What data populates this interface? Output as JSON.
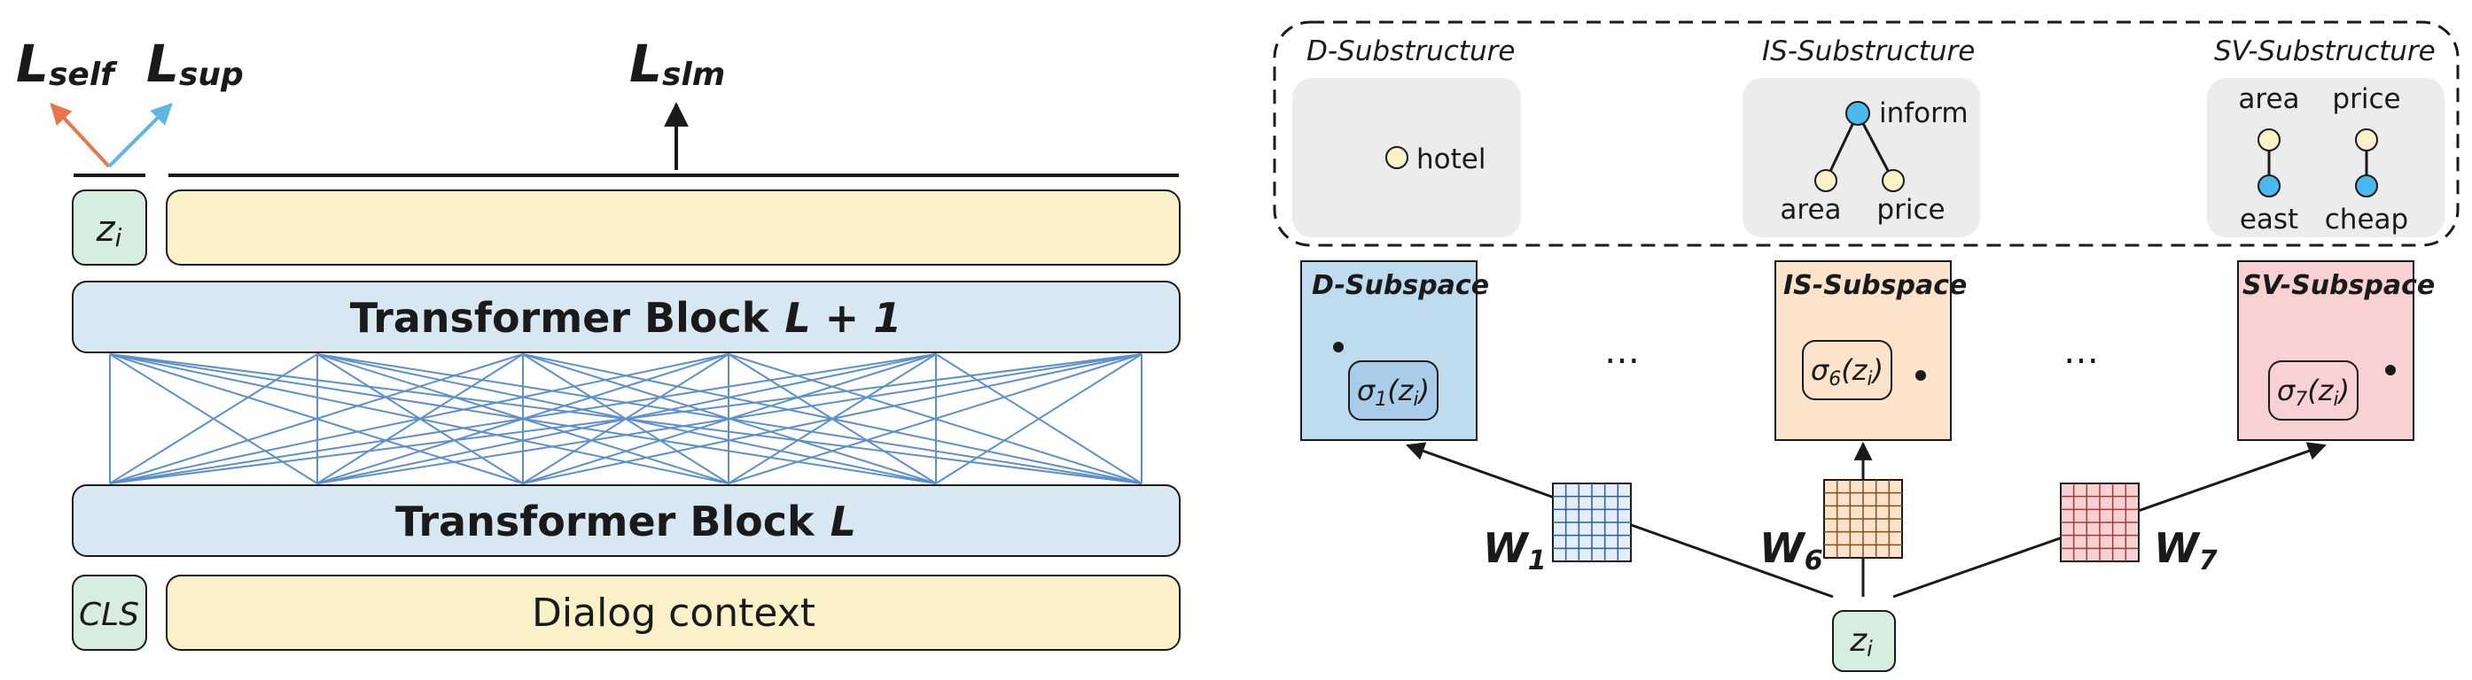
{
  "left": {
    "loss_self": "L",
    "loss_self_sub": "self",
    "loss_sup": "L",
    "loss_sup_sub": "sup",
    "loss_slm": "L",
    "loss_slm_sub": "slm",
    "z_token": "z",
    "z_token_sub": "i",
    "block_upper": "Transformer Block",
    "block_upper_suffix": "L + 1",
    "block_lower": "Transformer Block",
    "block_lower_suffix": "L",
    "cls_token": "CLS",
    "dialog_context": "Dialog context"
  },
  "right": {
    "structures": {
      "d": {
        "title": "D-Substructure",
        "node": "hotel"
      },
      "is": {
        "title": "IS-Substructure",
        "root": "inform",
        "left": "area",
        "right": "price"
      },
      "sv": {
        "title": "SV-Substructure",
        "pair1_top": "area",
        "pair1_bottom": "east",
        "pair2_top": "price",
        "pair2_bottom": "cheap"
      }
    },
    "subspaces": {
      "d": {
        "title": "D-Subspace",
        "sigma": "σ",
        "sigma_sub": "1",
        "arg": "(z",
        "arg_sub": "i",
        "close": ")"
      },
      "is": {
        "title": "IS-Subspace",
        "sigma": "σ",
        "sigma_sub": "6",
        "arg": "(z",
        "arg_sub": "i",
        "close": ")"
      },
      "sv": {
        "title": "SV-Subspace",
        "sigma": "σ",
        "sigma_sub": "7",
        "arg": "(z",
        "arg_sub": "i",
        "close": ")"
      }
    },
    "ellipsis": "…",
    "weights": {
      "w1": {
        "label": "W",
        "sub": "1"
      },
      "w6": {
        "label": "W",
        "sub": "6"
      },
      "w7": {
        "label": "W",
        "sub": "7"
      }
    },
    "z_input": "z",
    "z_input_sub": "i"
  },
  "colors": {
    "yellow": "#fbf1c9",
    "blue_block": "#d8e8f3",
    "green": "#d7ede0",
    "gray": "#ececec",
    "blue_node": "#4bb7ec",
    "red_arrow": "#e8764a",
    "blue_arrow": "#5eb5e6",
    "d_subspace": "#bfdcef",
    "is_subspace": "#fbe3cc",
    "sv_subspace": "#f8d2d2",
    "line_blue": "#5b8fd0"
  }
}
